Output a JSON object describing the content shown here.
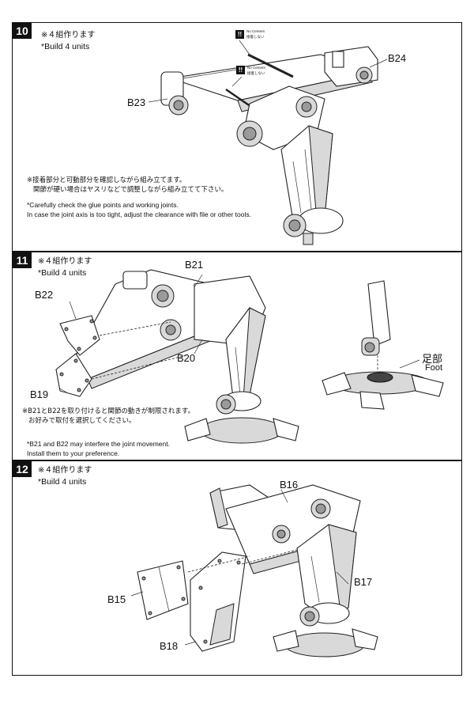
{
  "steps": [
    {
      "number": "10",
      "title_jp": "※４組作ります",
      "title_en": "*Build 4 units",
      "labels": {
        "b23": "B23",
        "b24": "B24"
      },
      "no_cement_en": "No Cement",
      "no_cement_jp": "接着しない",
      "warn_symbol": "!!",
      "note_jp_1": "※接着部分と可動部分を確認しながら組み立てます。",
      "note_jp_2": "関節が硬い場合はヤスリなどで調整しながら組み立てて下さい。",
      "note_en_1": "*Carefully check the glue points and working joints.",
      "note_en_2": "In case the joint axis is too tight, adjust the clearance with file or other tools."
    },
    {
      "number": "11",
      "title_jp": "※４組作ります",
      "title_en": "*Build 4 units",
      "labels": {
        "b21": "B21",
        "b22": "B22",
        "b20": "B20",
        "b19": "B19",
        "foot_jp": "足部",
        "foot_en": "Foot"
      },
      "note_jp_1": "※B21とB22を取り付けると関節の動きが制限されます。",
      "note_jp_2": "お好みで取付を選択してください。",
      "note_en_1": "*B21 and B22 may interfere the joint movement.",
      "note_en_2": "Install them to your preference."
    },
    {
      "number": "12",
      "title_jp": "※４組作ります",
      "title_en": "*Build 4 units",
      "labels": {
        "b16": "B16",
        "b15": "B15",
        "b17": "B17",
        "b18": "B18"
      }
    }
  ]
}
